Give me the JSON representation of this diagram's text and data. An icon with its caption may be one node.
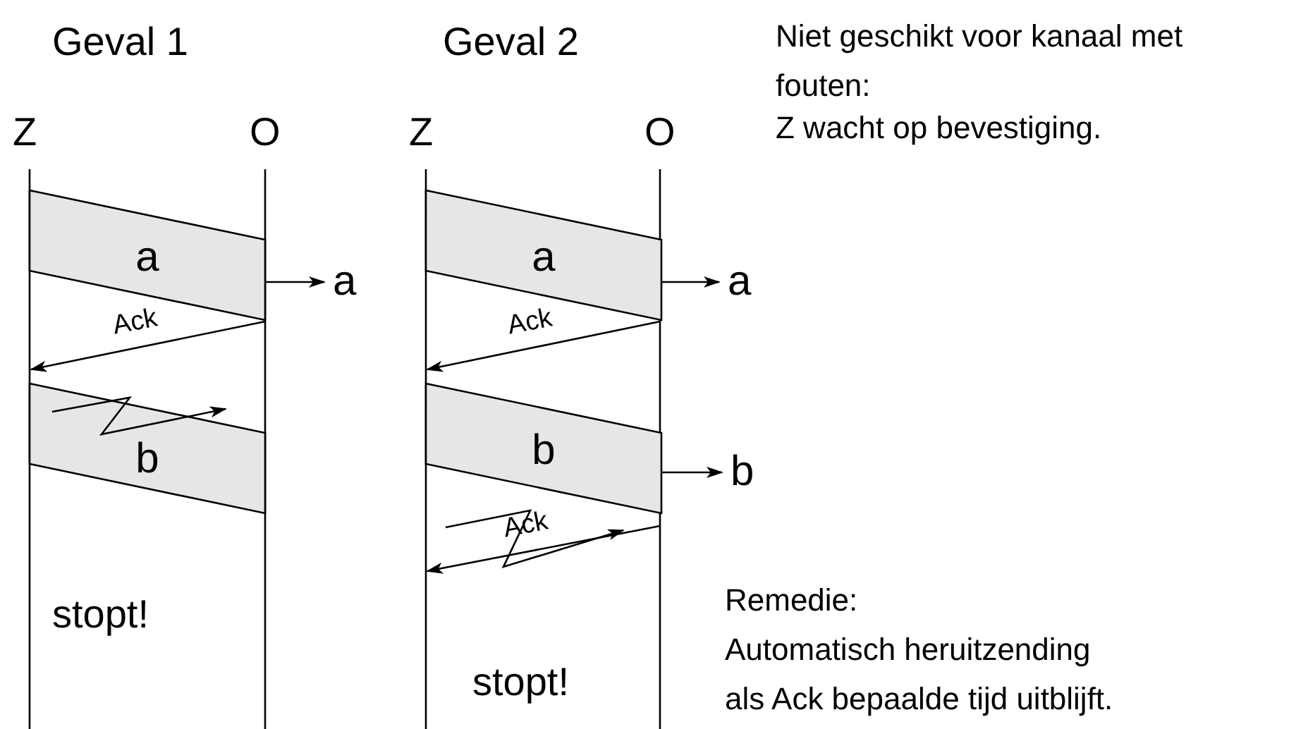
{
  "diagram": {
    "nodes": [
      {
        "text": [
          "a"
        ]
      },
      {
        "text": [
          "a"
        ]
      },
      {
        "text": [
          "b"
        ]
      },
      {
        "text": [
          "a"
        ]
      },
      {
        "text": [
          "a"
        ]
      },
      {
        "text": [
          "b"
        ]
      },
      {
        "text": [
          "b"
        ]
      }
    ],
    "edges": [
      {
        "from": 0,
        "to": 1,
        "arrow": "to"
      },
      {
        "from": 3,
        "to": 4,
        "arrow": "to"
      },
      {
        "from": 5,
        "to": 6,
        "arrow": "to"
      }
    ],
    "labels": [
      "Geval 1",
      "Geval 2",
      "Niet geschikt voor kanaal met fouten:",
      "Z",
      "O",
      "Z",
      "O",
      "Z wacht op bevestiging.",
      "Ack",
      "Ack",
      "Ack",
      "stopt!",
      "Remedie:",
      "Automatisch heruitzending",
      "stopt!",
      "als Ack bepaalde tijd uitblijft."
    ]
  }
}
